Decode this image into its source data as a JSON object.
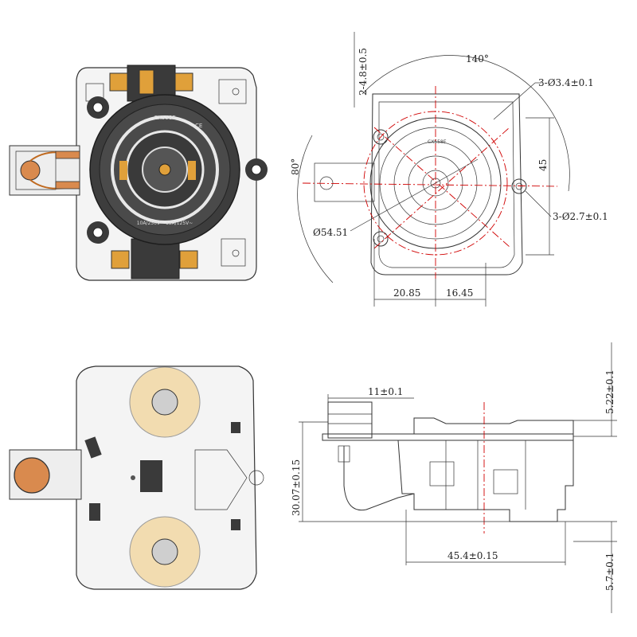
{
  "colors": {
    "outline": "#333333",
    "centerline": "#d00000",
    "brass": "#e0a03a",
    "copper": "#d98a4e",
    "dark_body": "#3a3a3a",
    "cream": "#f2dcb0"
  },
  "top_left_view": {
    "model_label": "CX558E",
    "rating_label": "10A/250V~ 13A/125V~",
    "icon_names": [
      "ce-mark-icon",
      "ul-mark-icon"
    ]
  },
  "top_right_view": {
    "dim_top_offset": "2-4.8±0.5",
    "dim_angle_top": "140°",
    "dim_angle_left": "80°",
    "dim_large_holes": "3-Ø3.4±0.1",
    "dim_small_holes": "3-Ø2.7±0.1",
    "dim_diameter": "Ø54.51",
    "dim_height": "45",
    "dim_width_left": "20.85",
    "dim_width_right": "16.45",
    "model_label": "CX558E"
  },
  "bottom_right_view": {
    "dim_tab": "11±0.1",
    "dim_total_height": "30.07±0.15",
    "dim_top": "5.22±0.1",
    "dim_span": "45.4±0.15",
    "dim_bottom": "5.7±0.1"
  }
}
